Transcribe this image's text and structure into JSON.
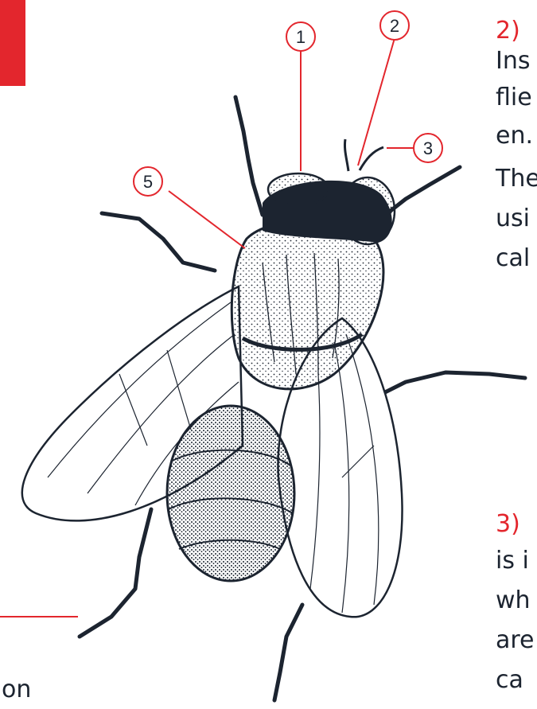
{
  "accent_color": "#e3262d",
  "ink_color": "#1c2430",
  "callouts": [
    {
      "label": "1"
    },
    {
      "label": "2"
    },
    {
      "label": "3"
    },
    {
      "label": "5"
    }
  ],
  "right_column": {
    "section2_heading": "2) ",
    "section2_lines": [
      "Ins",
      "flie",
      "en.",
      "The",
      "usi",
      "cal"
    ],
    "section3_heading": "3)",
    "section3_lines": [
      "is i",
      "wh",
      "are",
      "ca"
    ]
  },
  "bottom_left_fragment": "on"
}
